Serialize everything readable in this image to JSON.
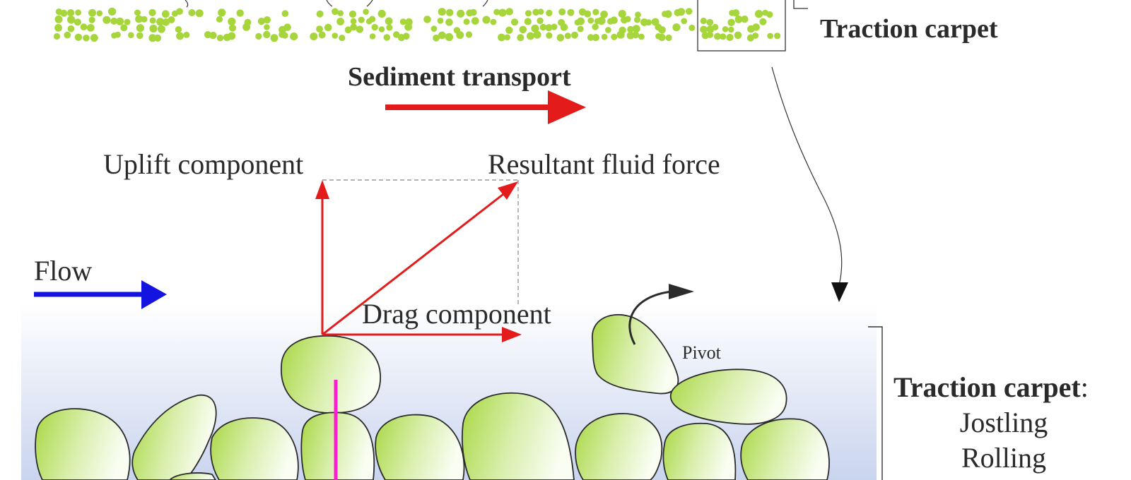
{
  "labels": {
    "traction_carpet_top": "Traction carpet",
    "sediment_transport": "Sediment transport",
    "uplift_component": "Uplift component",
    "resultant_fluid_force": "Resultant fluid force",
    "flow": "Flow",
    "drag_component": "Drag component",
    "pivot": "Pivot",
    "traction_carpet_side_title": "Traction carpet",
    "traction_carpet_side_colon": ":",
    "traction_carpet_side_line1": "Jostling",
    "traction_carpet_side_line2": "Rolling"
  },
  "colors": {
    "arrow_red": "#e31b1b",
    "arrow_blue": "#1414e0",
    "pivot_marker": "#ff1cd2",
    "grain_fill": "#a6d63c",
    "fluid_top": "#ffffff",
    "fluid_bottom": "#c9d4ee",
    "outline": "#2b2b2b"
  }
}
